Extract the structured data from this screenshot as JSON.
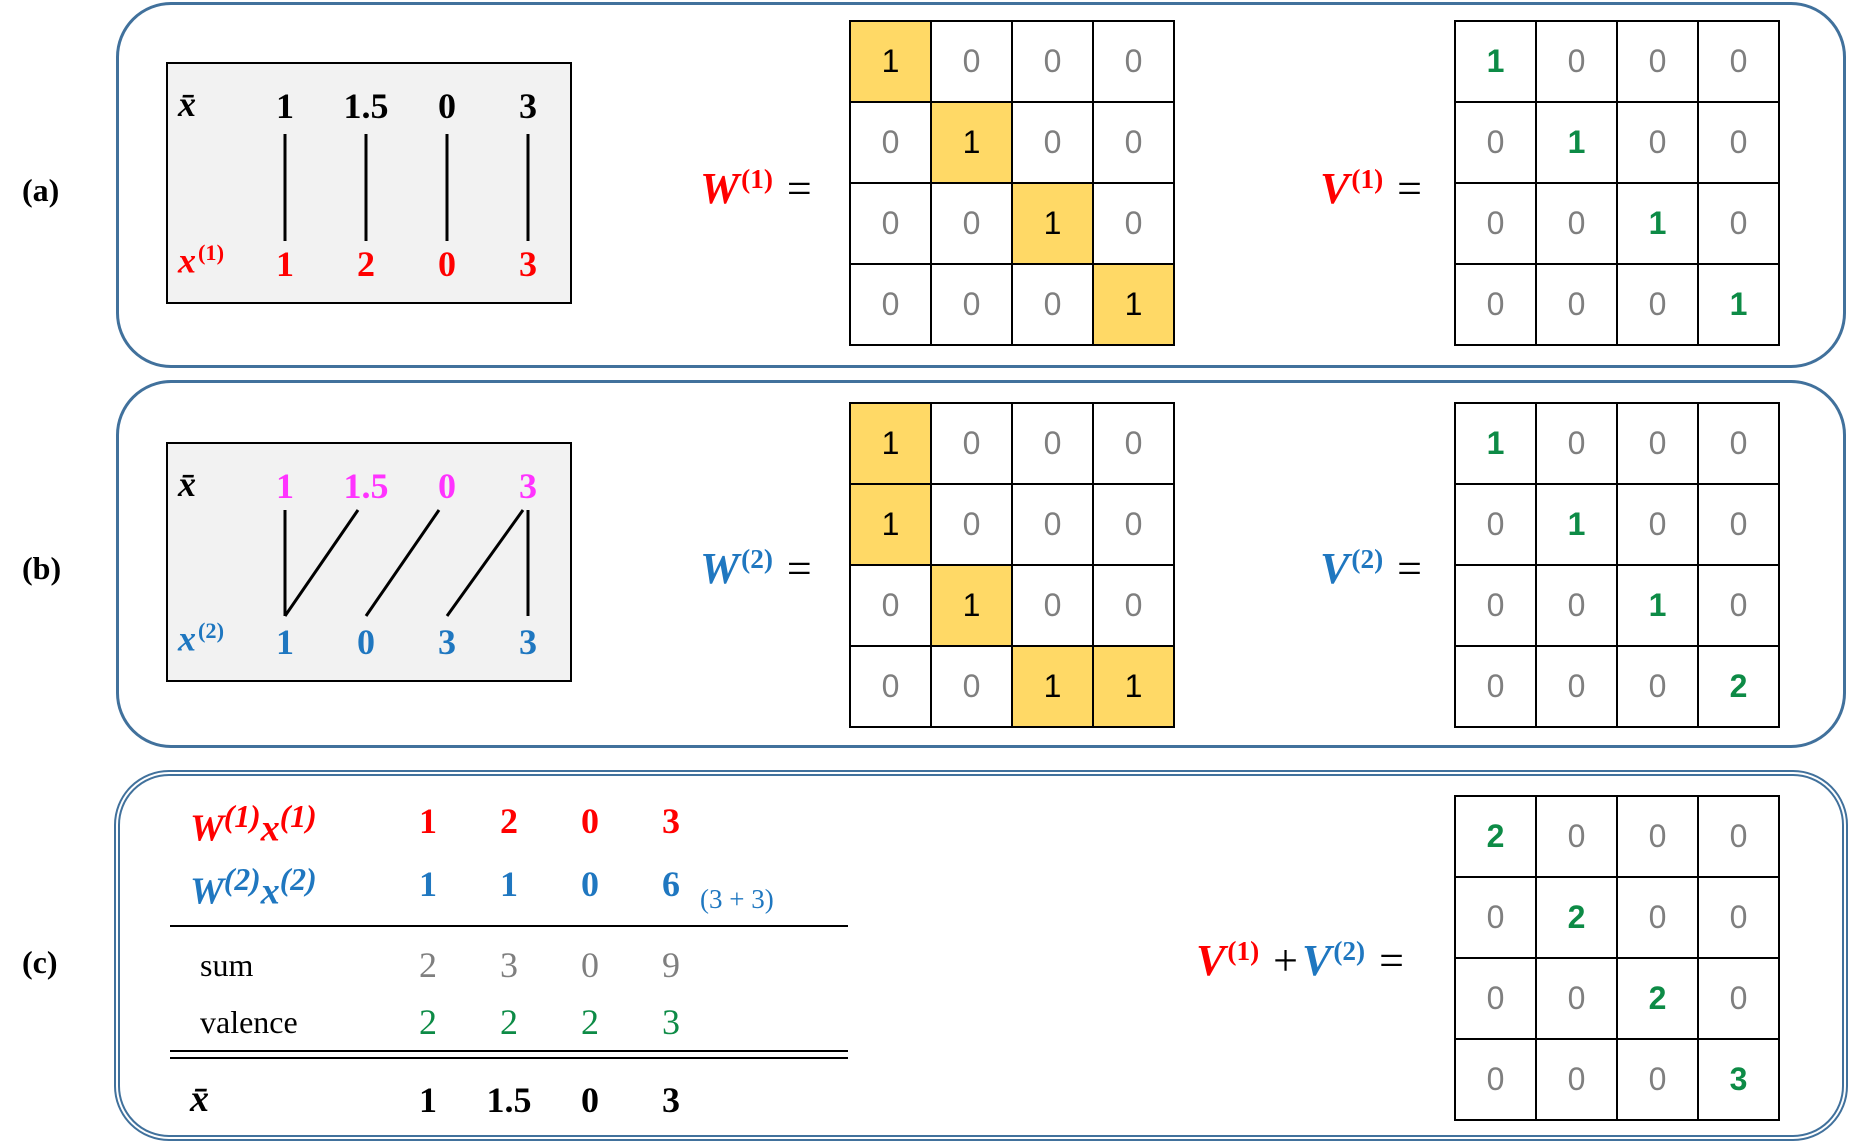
{
  "colors": {
    "red": "#ff0000",
    "blue": "#1f77c0",
    "magenta": "#ff33ff",
    "green": "#0d8b46",
    "gray": "#7f7f7f",
    "yellow": "#ffd966",
    "panel_border": "#41719c"
  },
  "panel_a": {
    "label": "(a)",
    "top_label": "x̄",
    "top_values": [
      "1",
      "1.5",
      "0",
      "3"
    ],
    "bottom_label": "x",
    "bottom_sup": "(1)",
    "bottom_values": [
      "1",
      "2",
      "0",
      "3"
    ],
    "w_label": "W",
    "w_sup": "(1)",
    "v_label": "V",
    "v_sup": "(1)",
    "eq_sign": "=",
    "w_matrix": [
      [
        "1",
        "0",
        "0",
        "0"
      ],
      [
        "0",
        "1",
        "0",
        "0"
      ],
      [
        "0",
        "0",
        "1",
        "0"
      ],
      [
        "0",
        "0",
        "0",
        "1"
      ]
    ],
    "w_highlight": [
      [
        true,
        false,
        false,
        false
      ],
      [
        false,
        true,
        false,
        false
      ],
      [
        false,
        false,
        true,
        false
      ],
      [
        false,
        false,
        false,
        true
      ]
    ],
    "v_matrix": [
      [
        "1",
        "0",
        "0",
        "0"
      ],
      [
        "0",
        "1",
        "0",
        "0"
      ],
      [
        "0",
        "0",
        "1",
        "0"
      ],
      [
        "0",
        "0",
        "0",
        "1"
      ]
    ]
  },
  "panel_b": {
    "label": "(b)",
    "top_label": "x̄",
    "top_values": [
      "1",
      "1.5",
      "0",
      "3"
    ],
    "bottom_label": "x",
    "bottom_sup": "(2)",
    "bottom_values": [
      "1",
      "0",
      "3",
      "3"
    ],
    "w_label": "W",
    "w_sup": "(2)",
    "v_label": "V",
    "v_sup": "(2)",
    "eq_sign": "=",
    "w_matrix": [
      [
        "1",
        "0",
        "0",
        "0"
      ],
      [
        "1",
        "0",
        "0",
        "0"
      ],
      [
        "0",
        "1",
        "0",
        "0"
      ],
      [
        "0",
        "0",
        "1",
        "1"
      ]
    ],
    "w_highlight": [
      [
        true,
        false,
        false,
        false
      ],
      [
        true,
        false,
        false,
        false
      ],
      [
        false,
        true,
        false,
        false
      ],
      [
        false,
        false,
        true,
        true
      ]
    ],
    "v_matrix": [
      [
        "1",
        "0",
        "0",
        "0"
      ],
      [
        "0",
        "1",
        "0",
        "0"
      ],
      [
        "0",
        "0",
        "1",
        "0"
      ],
      [
        "0",
        "0",
        "0",
        "2"
      ]
    ]
  },
  "panel_c": {
    "label": "(c)",
    "row1": {
      "w": "W",
      "w_sup": "(1)",
      "x": "x",
      "x_sup": "(1)",
      "values": [
        "1",
        "2",
        "0",
        "3"
      ]
    },
    "row2": {
      "w": "W",
      "w_sup": "(2)",
      "x": "x",
      "x_sup": "(2)",
      "values": [
        "1",
        "1",
        "0",
        "6"
      ],
      "note": "(3 + 3)"
    },
    "sum": {
      "label": "sum",
      "values": [
        "2",
        "3",
        "0",
        "9"
      ]
    },
    "valence": {
      "label": "valence",
      "values": [
        "2",
        "2",
        "2",
        "3"
      ]
    },
    "result": {
      "label": "x̄",
      "values": [
        "1",
        "1.5",
        "0",
        "3"
      ]
    },
    "v1": "V",
    "v1_sup": "(1)",
    "plus": "+",
    "v2": "V",
    "v2_sup": "(2)",
    "eq_sign": "=",
    "v_matrix": [
      [
        "2",
        "0",
        "0",
        "0"
      ],
      [
        "0",
        "2",
        "0",
        "0"
      ],
      [
        "0",
        "0",
        "2",
        "0"
      ],
      [
        "0",
        "0",
        "0",
        "3"
      ]
    ]
  }
}
